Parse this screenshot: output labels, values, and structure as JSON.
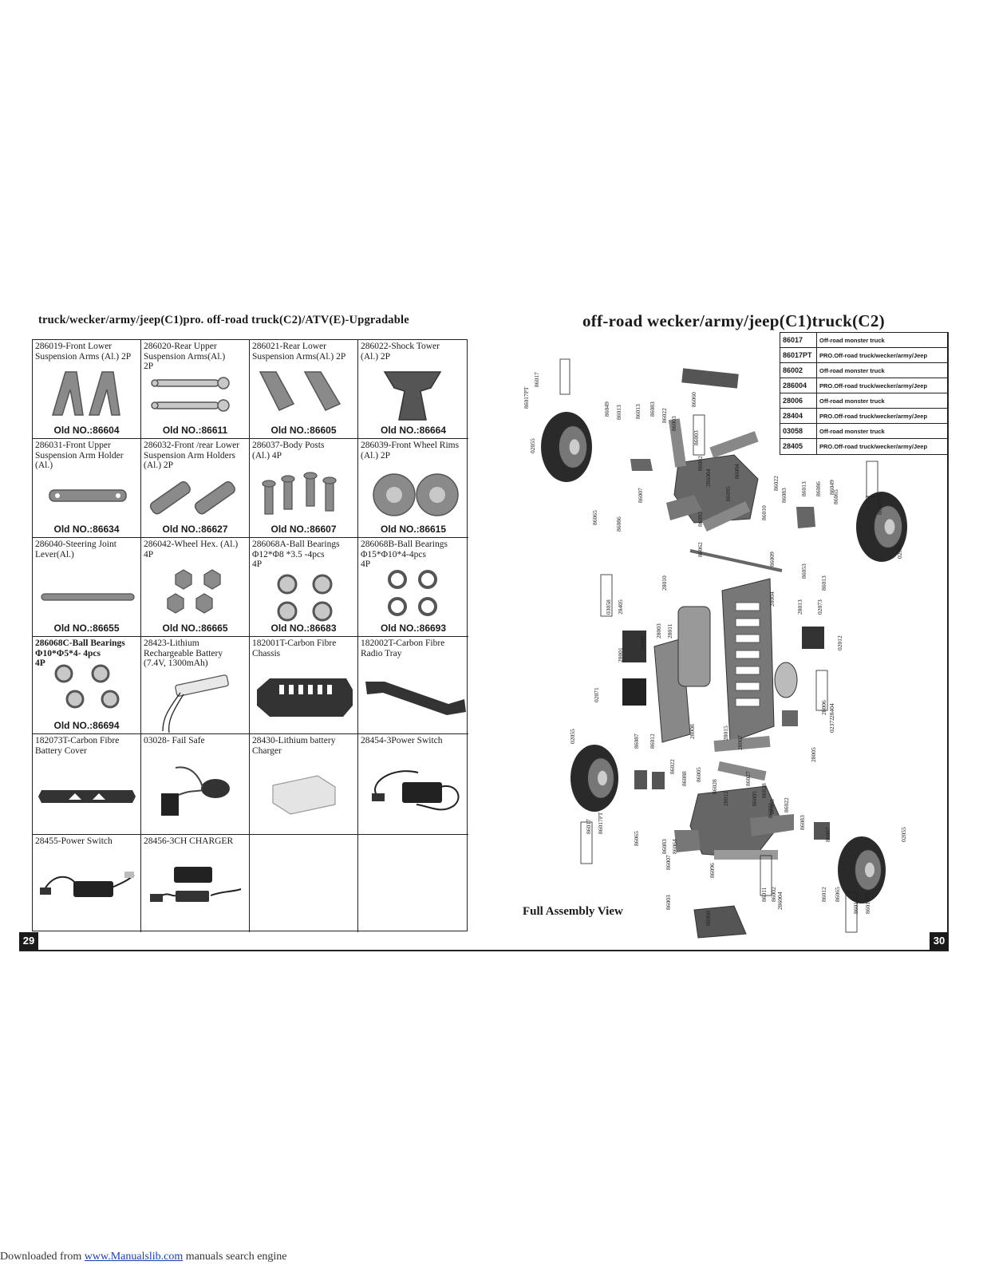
{
  "left_title": "truck/wecker/army/jeep(C1)pro. off-road truck(C2)/ATV(E)-Upgradable",
  "right_title": "off-road wecker/army/jeep(C1)truck(C2)",
  "page_left": "29",
  "page_right": "30",
  "parts": [
    {
      "title": "286019-Front Lower\nSuspension Arms (Al.) 2P",
      "old": "Old NO.:86604"
    },
    {
      "title": "286020-Rear Upper\nSuspension Arms(Al.)\n2P",
      "old": "Old  NO.:86611"
    },
    {
      "title": "286021-Rear Lower\nSuspension Arms(Al.) 2P",
      "old": "Old NO.:86605"
    },
    {
      "title": "286022-Shock Tower\n(Al.)              2P",
      "old": "Old  NO.:86664"
    },
    {
      "title": "286031-Front Upper\nSuspension Arm Holder\n(Al.)",
      "old": "Old NO.:86634"
    },
    {
      "title": "286032-Front /rear Lower\nSuspension Arm Holders\n(Al.)  2P",
      "old": "Old NO.:86627"
    },
    {
      "title": "286037-Body Posts\n(Al.) 4P",
      "old": "Old NO.:86607"
    },
    {
      "title": "286039-Front Wheel Rims\n(Al.)              2P",
      "old": "Old  NO.:86615"
    },
    {
      "title": "286040-Steering Joint\nLever(Al.)",
      "old": "Old NO.:86655"
    },
    {
      "title": "286042-Wheel Hex. (Al.)\n4P",
      "old": "Old NO.:86665"
    },
    {
      "title": "286068A-Ball Bearings\nΦ12*Φ8 *3.5 -4pcs\n4P",
      "old": "Old NO.:86683"
    },
    {
      "title": "286068B-Ball Bearings\nΦ15*Φ10*4-4pcs\n4P",
      "old": "Old NO.:86693"
    },
    {
      "title": "286068C-Ball Bearings\nΦ10*Φ5*4- 4pcs\n4P",
      "old": "Old NO.:86694"
    },
    {
      "title": "28423-Lithium\nRechargeable Battery\n(7.4V, 1300mAh)",
      "old": ""
    },
    {
      "title": "182001T-Carbon Fibre\nChassis",
      "old": ""
    },
    {
      "title": "182002T-Carbon Fibre\nRadio Tray",
      "old": ""
    },
    {
      "title": "182073T-Carbon Fibre\nBattery Cover",
      "old": ""
    },
    {
      "title": "03028- Fail Safe",
      "old": ""
    },
    {
      "title": "28430-Lithium battery\nCharger",
      "old": ""
    },
    {
      "title": "28454-3Power Switch",
      "old": ""
    },
    {
      "title": "28455-Power Switch",
      "old": ""
    },
    {
      "title": "28456-3CH CHARGER",
      "old": ""
    },
    {
      "title": "",
      "old": ""
    },
    {
      "title": "",
      "old": ""
    }
  ],
  "models": [
    {
      "code": "86017",
      "desc": "Off-road monster truck"
    },
    {
      "code": "86017PT",
      "desc": "PRO.Off-road truck/wecker/army/Jeep"
    },
    {
      "code": "86002",
      "desc": "Off-road monster truck"
    },
    {
      "code": "286004",
      "desc": "PRO.Off-road truck/wecker/army/Jeep"
    },
    {
      "code": "28006",
      "desc": "Off-road monster truck"
    },
    {
      "code": "28404",
      "desc": "PRO.Off-road truck/wecker/army/Jeep"
    },
    {
      "code": "03058",
      "desc": "Off-road monster truck"
    },
    {
      "code": "28405",
      "desc": "PRO.Off-road truck/wecker/army/Jeep"
    }
  ],
  "diagram": {
    "caption": "Full Assembly View",
    "labels": [
      "86017",
      "86017PT",
      "02055",
      "86049",
      "86013",
      "86013",
      "86083",
      "86022",
      "86003",
      "86060",
      "86003",
      "86002",
      "286004",
      "86095",
      "86004",
      "86065",
      "86086",
      "86007",
      "86092",
      "86010",
      "86022",
      "86083",
      "86013",
      "86086",
      "86049",
      "86065",
      "86017",
      "86017PT",
      "02055",
      "86062",
      "86009",
      "86053",
      "86013",
      "28010",
      "28004",
      "03058",
      "28405",
      "28001",
      "28002",
      "28003",
      "28011",
      "28013",
      "02073",
      "02012",
      "02071",
      "28008",
      "28015",
      "28007",
      "28006",
      "28404",
      "02372",
      "28005",
      "02055",
      "86087",
      "86012",
      "86022",
      "86088",
      "86005",
      "86028",
      "28012",
      "86027",
      "86005",
      "86028",
      "86088",
      "86022",
      "86083",
      "86087",
      "86002",
      "86017",
      "86017PT",
      "86065",
      "86083",
      "86064",
      "86007",
      "86096",
      "86011",
      "86002",
      "286004",
      "86003",
      "86060",
      "86012",
      "86065",
      "86017",
      "86017PT",
      "02055"
    ]
  },
  "footer": {
    "prefix": "Downloaded from ",
    "link": "www.Manualslib.com",
    "suffix": "  manuals search engine"
  }
}
